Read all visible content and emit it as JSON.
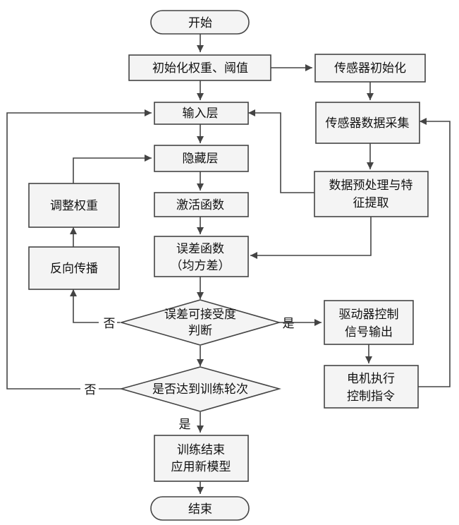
{
  "nodes": {
    "start": "开始",
    "init_weights": "初始化权重、阈值",
    "sensor_init": "传感器初始化",
    "input_layer": "输入层",
    "sensor_collect": "传感器数据采集",
    "hidden_layer": "隐藏层",
    "adjust_weights": "调整权重",
    "preprocess_line1": "数据预处理与特",
    "preprocess_line2": "征提取",
    "activation": "激活函数",
    "error_line1": "误差函数",
    "error_line2": "（均方差）",
    "backprop": "反向传播",
    "error_check_line1": "误差可接受度",
    "error_check_line2": "判断",
    "driver_line1": "驱动器控制",
    "driver_line2": "信号输出",
    "motor_line1": "电机执行",
    "motor_line2": "控制指令",
    "epoch_check": "是否达到训练轮次",
    "train_end_line1": "训练结束",
    "train_end_line2": "应用新模型",
    "end": "结束"
  },
  "edge_labels": {
    "error_no": "否",
    "error_yes": "是",
    "epoch_no": "否",
    "epoch_yes": "是"
  }
}
